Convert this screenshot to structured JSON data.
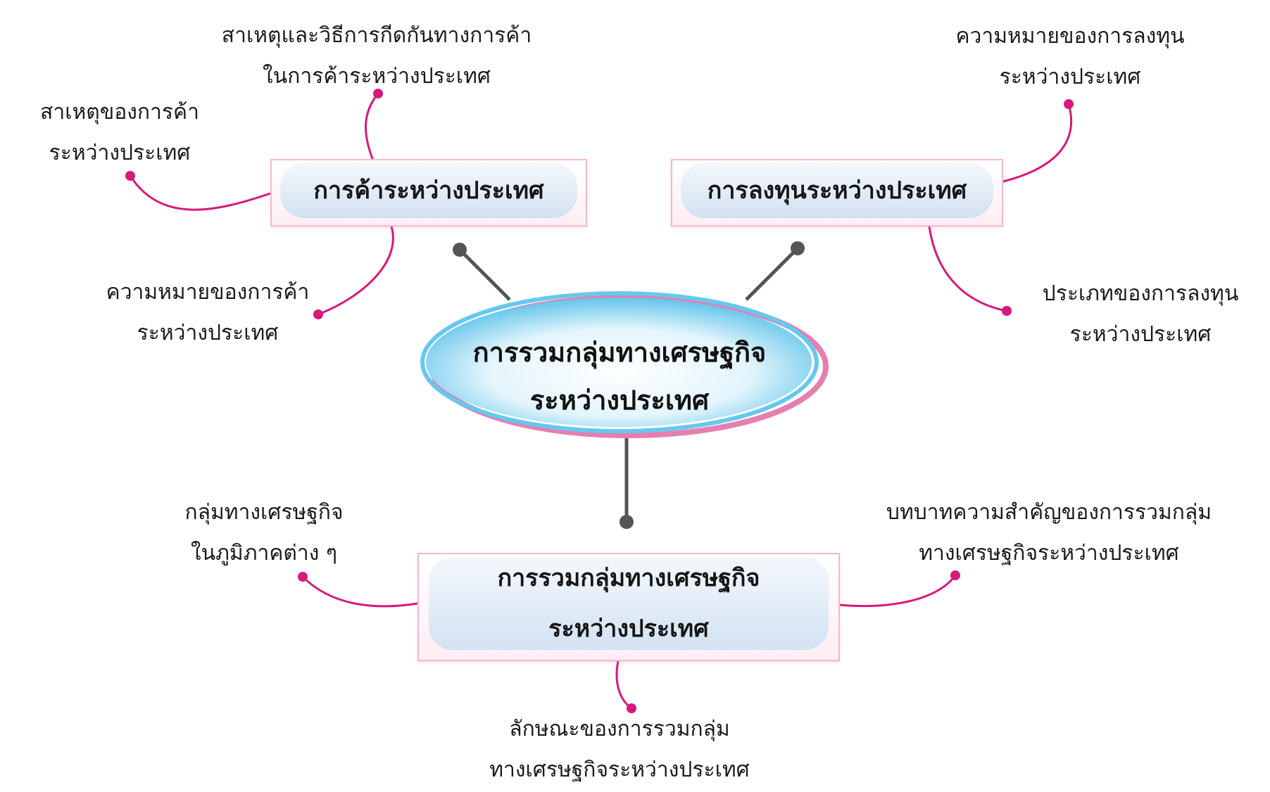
{
  "center": {
    "line1": "การรวมกลุ่มทางเศรษฐกิจ",
    "line2": "ระหว่างประเทศ"
  },
  "topics": {
    "trade": "การค้าระหว่างประเทศ",
    "investment": "การลงทุนระหว่างประเทศ",
    "integration": {
      "line1": "การรวมกลุ่มทางเศรษฐกิจ",
      "line2": "ระหว่างประเทศ"
    }
  },
  "subtopics": {
    "trade_barriers": {
      "line1": "สาเหตุและวิธีการกีดกันทางการค้า",
      "line2": "ในการค้าระหว่างประเทศ"
    },
    "trade_causes": {
      "line1": "สาเหตุของการค้า",
      "line2": "ระหว่างประเทศ"
    },
    "trade_meaning": {
      "line1": "ความหมายของการค้า",
      "line2": "ระหว่างประเทศ"
    },
    "investment_meaning": {
      "line1": "ความหมายของการลงทุน",
      "line2": "ระหว่างประเทศ"
    },
    "investment_types": {
      "line1": "ประเภทของการลงทุน",
      "line2": "ระหว่างประเทศ"
    },
    "regional_groups": {
      "line1": "กลุ่มทางเศรษฐกิจ",
      "line2": "ในภูมิภาคต่าง ๆ"
    },
    "integration_role": {
      "line1": "บทบาทความสำคัญของการรวมกลุ่ม",
      "line2": "ทางเศรษฐกิจระหว่างประเทศ"
    },
    "integration_characteristics": {
      "line1": "ลักษณะของการรวมกลุ่ม",
      "line2": "ทางเศรษฐกิจระหว่างประเทศ"
    }
  },
  "colors": {
    "connector_pink": "#d6197a",
    "connector_gray": "#555555",
    "box_border": "#f3b9cf",
    "box_fill": "#d2e2f2",
    "ellipse_blue": "#5cc3ea",
    "ellipse_pink": "#e57fb0"
  }
}
